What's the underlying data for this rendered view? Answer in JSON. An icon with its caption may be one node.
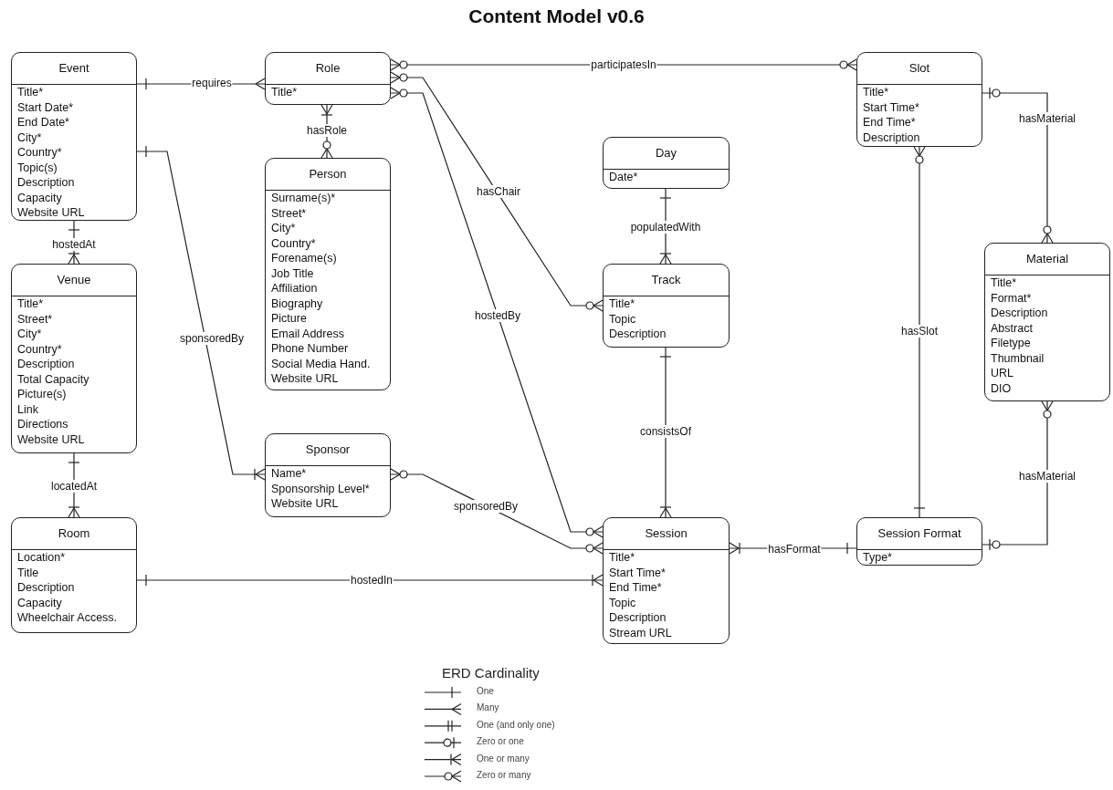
{
  "diagram": {
    "title": "Content Model v0.6",
    "nodes": [
      {
        "text": [
          "Event",
          "Title*",
          "Start Date*",
          "End Date*",
          "City*",
          "Country*",
          "Topic(s)",
          "Description",
          "Capacity",
          "Website URL"
        ]
      },
      {
        "text": [
          "Role",
          "Title*"
        ]
      },
      {
        "text": [
          "Slot",
          "Title*",
          "Start Time*",
          "End Time*",
          "Description"
        ]
      },
      {
        "text": [
          "Day",
          "Date*"
        ]
      },
      {
        "text": [
          "Person",
          "Surname(s)*",
          "Street*",
          "City*",
          "Country*",
          "Forename(s)",
          "Job Title",
          "Affiliation",
          "Biography",
          "Picture",
          "Email Address",
          "Phone Number",
          "Social Media Hand.",
          "Website URL"
        ]
      },
      {
        "text": [
          "Venue",
          "Title*",
          "Street*",
          "City*",
          "Country*",
          "Description",
          "Total Capacity",
          "Picture(s)",
          "Link",
          "Directions",
          "Website URL"
        ]
      },
      {
        "text": [
          "Track",
          "Title*",
          "Topic",
          "Description"
        ]
      },
      {
        "text": [
          "Material",
          "Title*",
          "Format*",
          "Description",
          "Abstract",
          "Filetype",
          "Thumbnail",
          "URL",
          "DIO"
        ]
      },
      {
        "text": [
          "Sponsor",
          "Name*",
          "Sponsorship Level*",
          "Website URL"
        ]
      },
      {
        "text": [
          "Room",
          "Location*",
          "Title",
          "Description",
          "Capacity",
          "Wheelchair Access."
        ]
      },
      {
        "text": [
          "Session",
          "Title*",
          "Start Time*",
          "End Time*",
          "Topic",
          "Description",
          "Stream URL"
        ]
      },
      {
        "text": [
          "Session Format",
          "Type*"
        ]
      }
    ],
    "edges": [
      {
        "from": 0,
        "to": 1,
        "arrow": "other",
        "label": "requires"
      },
      {
        "from": 1,
        "to": 4,
        "arrow": "other",
        "label": "hasRole"
      },
      {
        "from": 1,
        "to": 2,
        "arrow": "other",
        "label": "participatesIn"
      },
      {
        "from": 1,
        "to": 6,
        "arrow": "other",
        "label": "hasChair"
      },
      {
        "from": 1,
        "to": 10,
        "arrow": "other",
        "label": "hostedBy"
      },
      {
        "from": 0,
        "to": 8,
        "arrow": "other",
        "label": "sponsoredBy"
      },
      {
        "from": 8,
        "to": 10,
        "arrow": "other",
        "label": "sponsoredBy"
      },
      {
        "from": 0,
        "to": 5,
        "arrow": "other",
        "label": "hostedAt"
      },
      {
        "from": 5,
        "to": 9,
        "arrow": "other",
        "label": "locatedAt"
      },
      {
        "from": 3,
        "to": 6,
        "arrow": "other",
        "label": "populatedWith"
      },
      {
        "from": 6,
        "to": 10,
        "arrow": "other",
        "label": "consistsOf"
      },
      {
        "from": 9,
        "to": 10,
        "arrow": "other",
        "label": "hostedIn"
      },
      {
        "from": 10,
        "to": 11,
        "arrow": "other",
        "label": "hasFormat"
      },
      {
        "from": 2,
        "to": 11,
        "arrow": "other",
        "label": "hasSlot"
      },
      {
        "from": 2,
        "to": 7,
        "arrow": "other",
        "label": "hasMaterial"
      },
      {
        "from": 7,
        "to": 11,
        "arrow": "other",
        "label": "hasMaterial"
      }
    ],
    "labels": [
      "ERD Cardinality"
    ],
    "legend": [
      {
        "text": "One"
      },
      {
        "text": "Many"
      },
      {
        "text": "One (and only one)"
      },
      {
        "text": "Zero or one"
      },
      {
        "text": "One or many"
      },
      {
        "text": "Zero or many"
      }
    ]
  }
}
